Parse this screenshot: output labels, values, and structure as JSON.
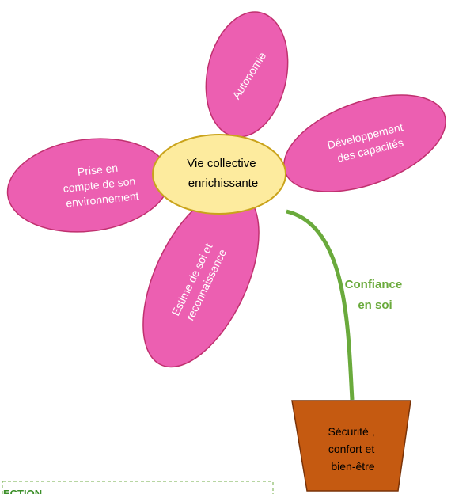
{
  "diagram": {
    "center": {
      "lines": [
        "Vie collective",
        "enrichissante"
      ]
    },
    "petals": [
      {
        "id": "autonomie",
        "lines": [
          "Autonomie"
        ]
      },
      {
        "id": "developpement",
        "lines": [
          "Développement",
          "des capacités"
        ]
      },
      {
        "id": "environnement",
        "lines": [
          "Prise en",
          "compte de son",
          "environnement"
        ]
      },
      {
        "id": "estime",
        "lines": [
          "Estime de soi et",
          "reconnaissance"
        ]
      }
    ],
    "stem_label": {
      "lines": [
        "Confiance",
        "en soi"
      ]
    },
    "pot": {
      "lines": [
        "Sécurité ,",
        "confort et",
        "bien-être"
      ]
    },
    "section": {
      "label": "ECTION"
    }
  }
}
